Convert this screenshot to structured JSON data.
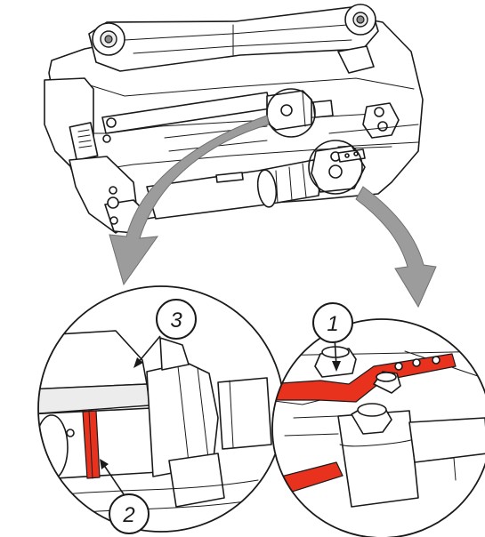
{
  "callouts": {
    "c1": "1",
    "c2": "2",
    "c3": "3"
  },
  "colors": {
    "highlight": "#e8321e",
    "arrow": "#9c9c9c",
    "line": "#1a1a1a"
  }
}
